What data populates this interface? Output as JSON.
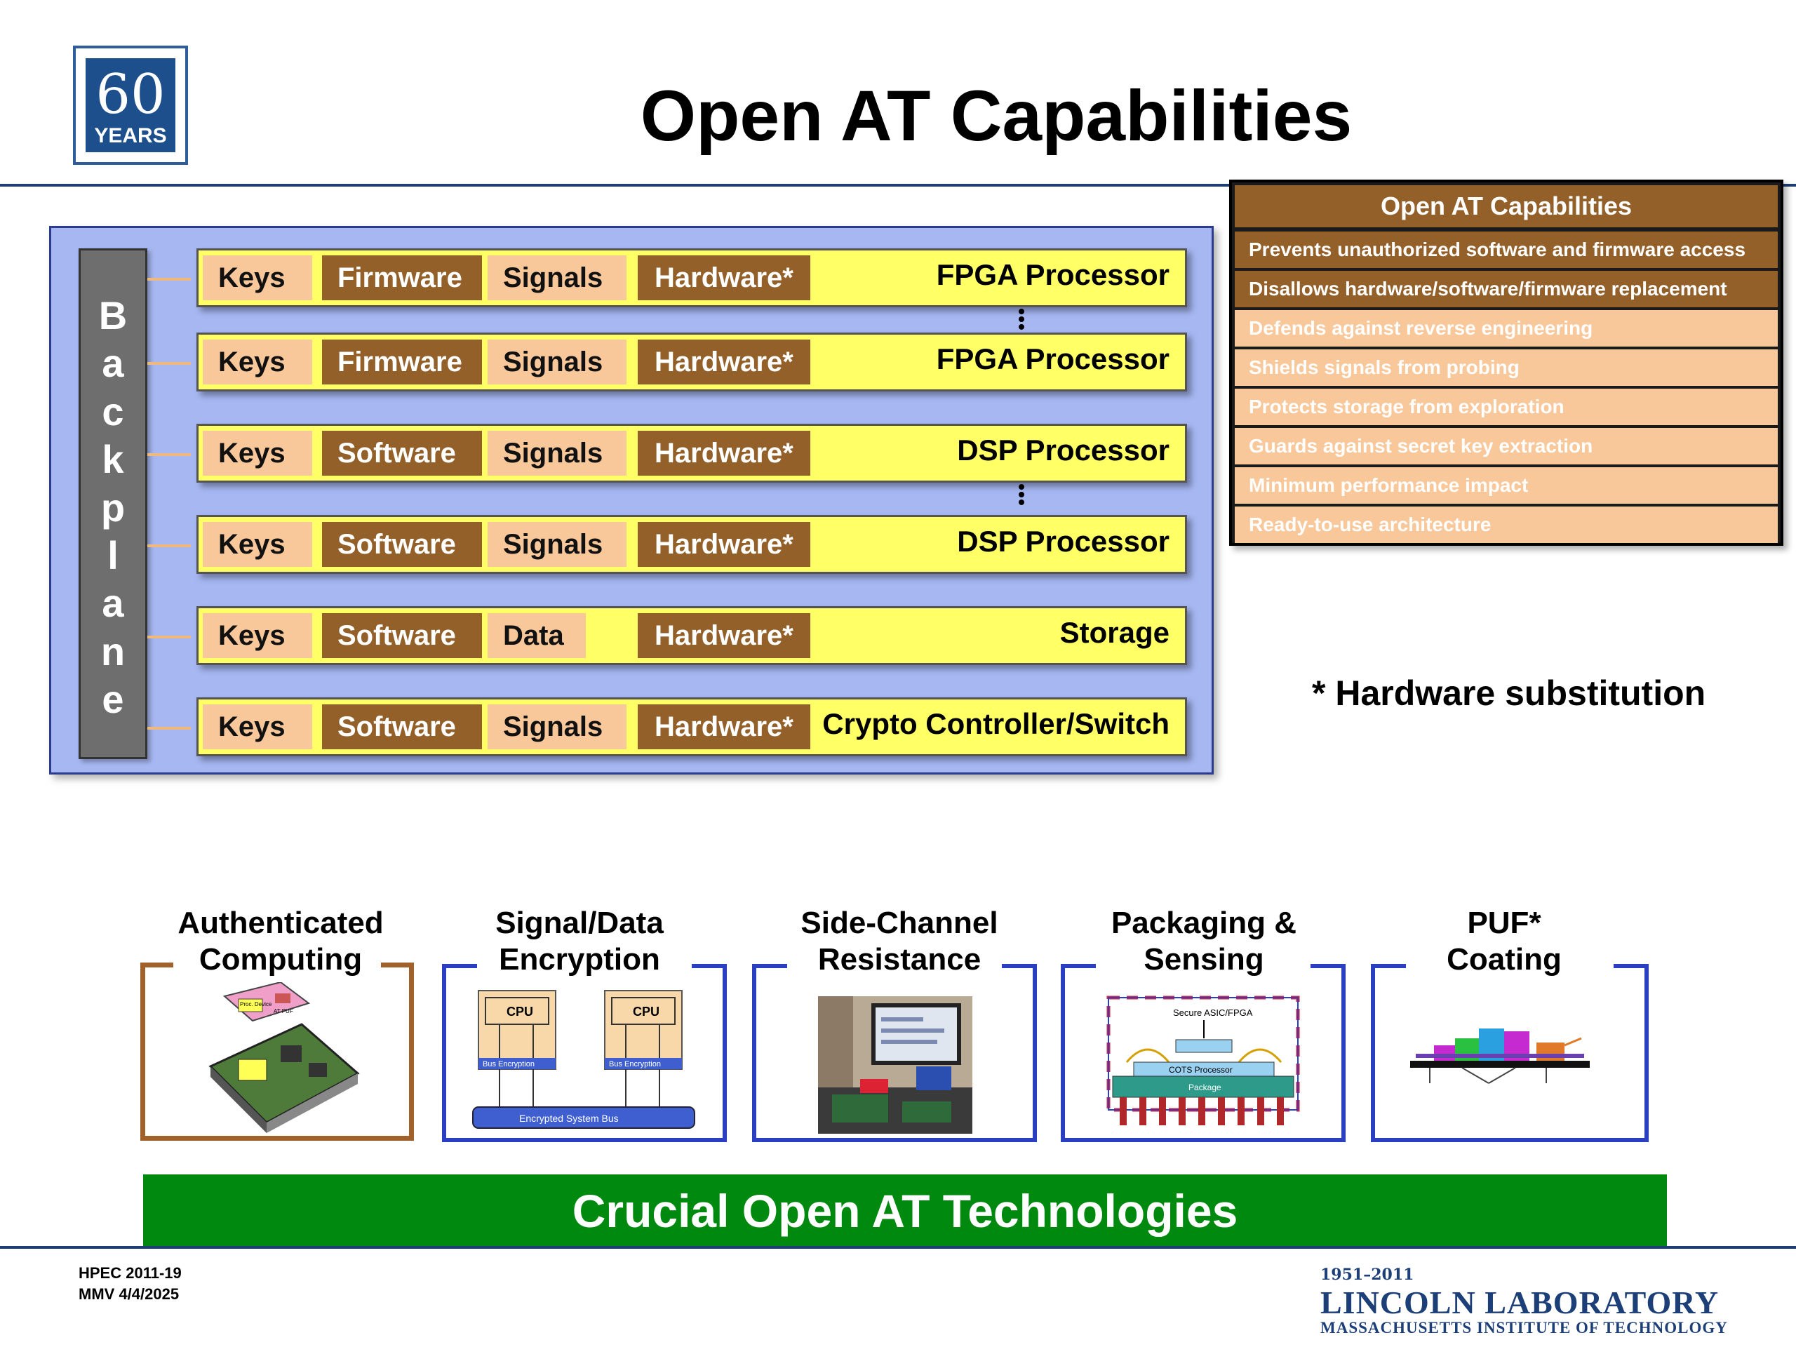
{
  "header": {
    "logo_number": "60",
    "logo_years": "YEARS",
    "title": "Open AT Capabilities"
  },
  "backplane_label": [
    "B",
    "a",
    "c",
    "k",
    "p",
    "l",
    "a",
    "n",
    "e"
  ],
  "rows": [
    {
      "c1": "Keys",
      "c2": "Firmware",
      "c3": "Signals",
      "c4": "Hardware*",
      "processor": "FPGA Processor"
    },
    {
      "c1": "Keys",
      "c2": "Firmware",
      "c3": "Signals",
      "c4": "Hardware*",
      "processor": "FPGA Processor"
    },
    {
      "c1": "Keys",
      "c2": "Software",
      "c3": "Signals",
      "c4": "Hardware*",
      "processor": "DSP Processor"
    },
    {
      "c1": "Keys",
      "c2": "Software",
      "c3": "Signals",
      "c4": "Hardware*",
      "processor": "DSP Processor"
    },
    {
      "c1": "Keys",
      "c2": "Software",
      "c3": "Data",
      "c4": "Hardware*",
      "processor": "Storage"
    },
    {
      "c1": "Keys",
      "c2": "Software",
      "c3": "Signals",
      "c4": "Hardware*",
      "processor": "Crypto Controller/Switch"
    }
  ],
  "capabilities_table": {
    "header": "Open AT Capabilities",
    "items": [
      "Prevents unauthorized software and firmware access",
      "Disallows hardware/software/firmware replacement",
      "Defends against reverse engineering",
      "Shields signals from probing",
      "Protects storage from exploration",
      "Guards against secret key extraction",
      "Minimum performance impact",
      "Ready-to-use architecture"
    ]
  },
  "hardware_note": "* Hardware substitution",
  "technologies": [
    {
      "line1": "Authenticated",
      "line2": "Computing",
      "color": "#a0612a"
    },
    {
      "line1": "Signal/Data",
      "line2": "Encryption",
      "color": "#2a3fc2"
    },
    {
      "line1": "Side-Channel",
      "line2": "Resistance",
      "color": "#2a3fc2"
    },
    {
      "line1": "Packaging &",
      "line2": "Sensing",
      "color": "#2a3fc2"
    },
    {
      "line1": "PUF*",
      "line2": "Coating",
      "color": "#2a3fc2"
    }
  ],
  "diagram_labels": {
    "cpu": "CPU",
    "bus_encryption": "Bus Encryption",
    "encrypted_system_bus": "Encrypted System Bus",
    "secure_asic": "Secure ASIC/FPGA",
    "cots_processor": "COTS Processor",
    "package": "Package",
    "proc_device": "Proc. Device",
    "at_puf": "AT PUF"
  },
  "banner": "Crucial Open AT Technologies",
  "footer": {
    "line1": "HPEC 2011-19",
    "line2": "MMV 4/4/2025",
    "ll_years": "1951–2011",
    "ll_name": "LINCOLN LABORATORY",
    "ll_mit": "MASSACHUSETTS INSTITUTE OF TECHNOLOGY"
  }
}
